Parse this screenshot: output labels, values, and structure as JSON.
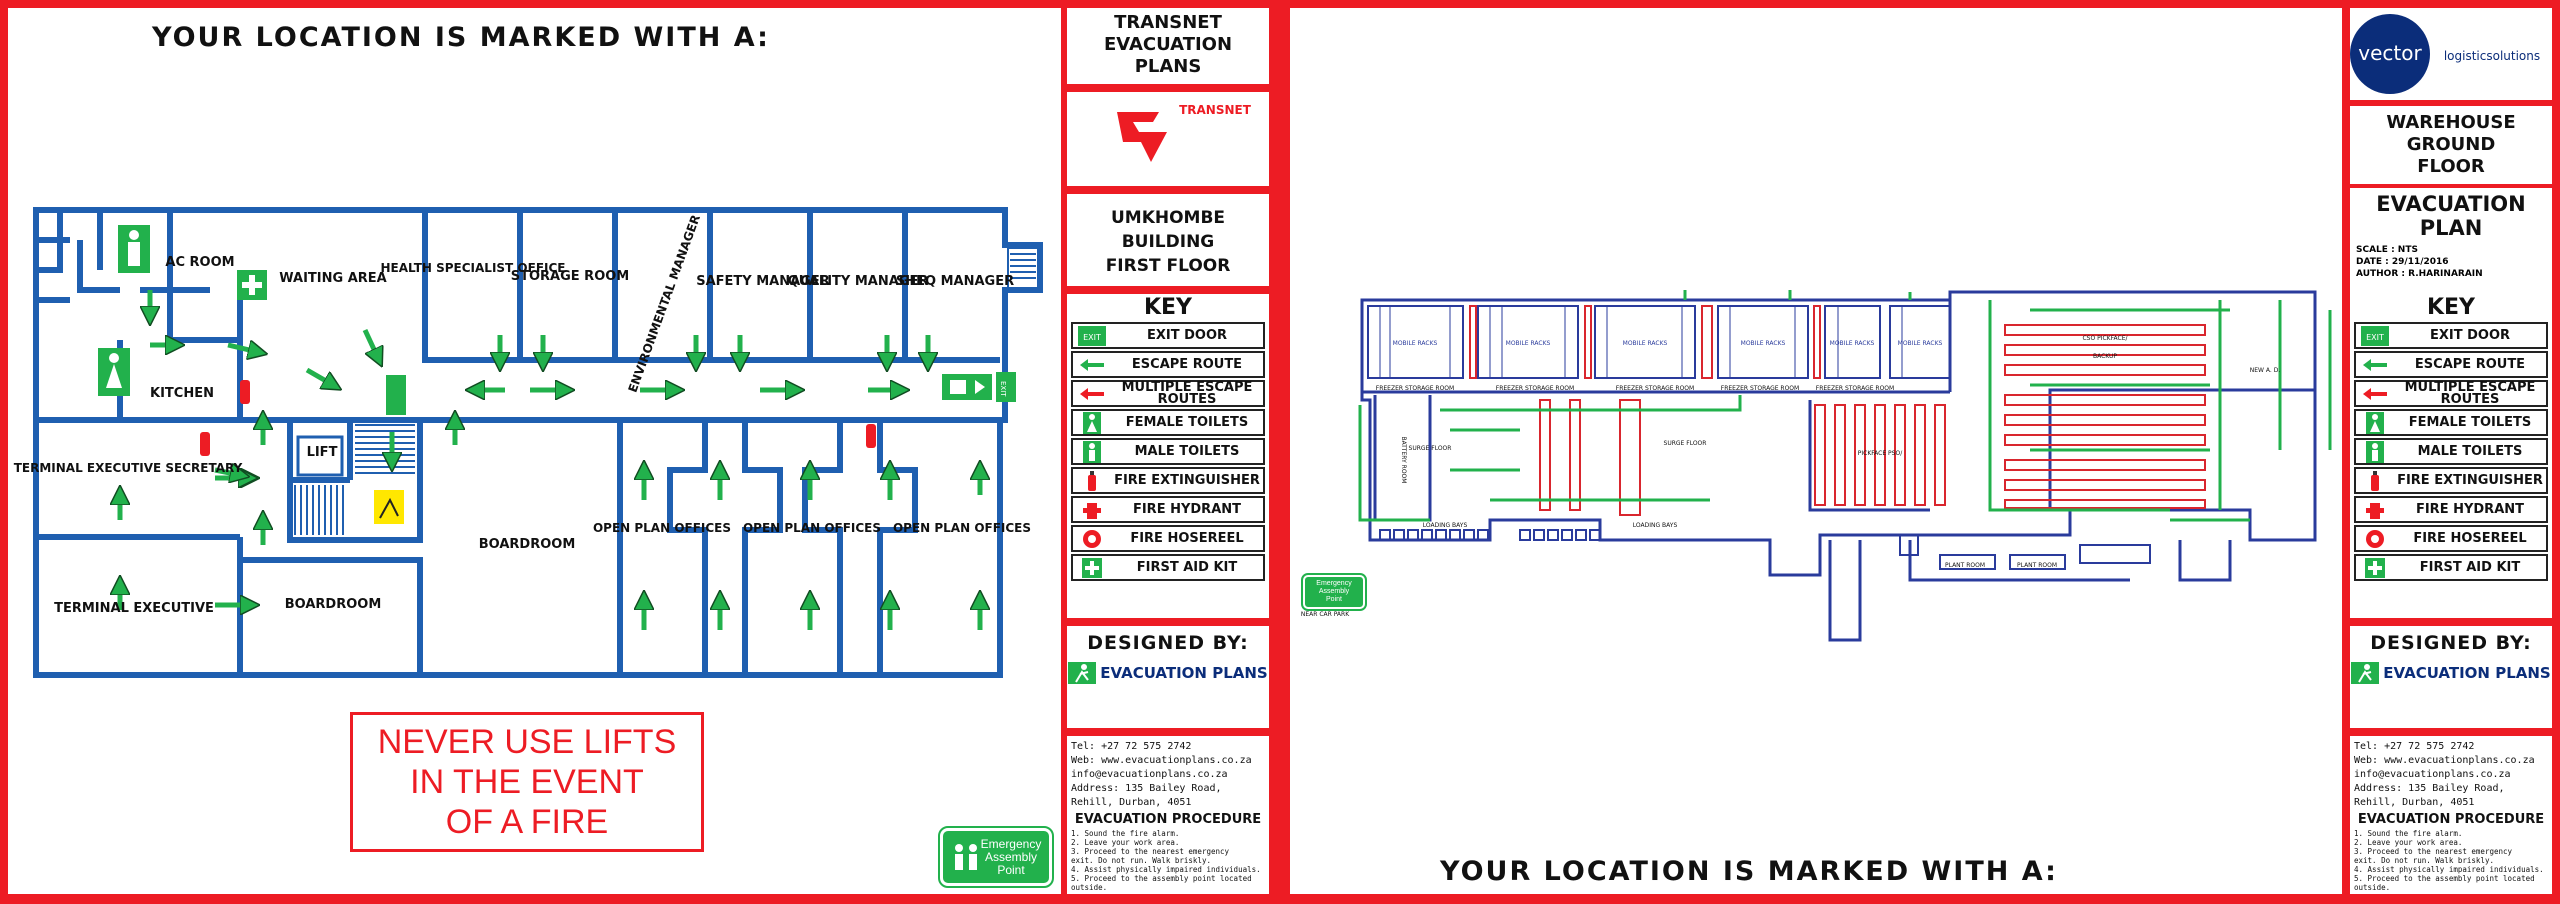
{
  "left_plan": {
    "location_heading": "YOUR LOCATION IS MARKED WITH A:",
    "rooms": {
      "ac_room": "AC ROOM",
      "waiting_area": "WAITING AREA",
      "health_specialist": "HEALTH SPECIALIST OFFICE",
      "storage_room": "STORAGE ROOM",
      "environmental_manager": "ENVIRONMENTAL MANAGER",
      "safety_manager": "SAFETY MANAGER",
      "quality_manager": "QUALITY MANAGER",
      "sheq_manager": "SHEQ MANAGER",
      "kitchen": "KITCHEN",
      "lift": "LIFT",
      "terminal_exec_secretary": "TERMINAL EXECUTIVE SECRETARY",
      "terminal_executive": "TERMINAL EXECUTIVE",
      "boardroom_small": "BOARDROOM",
      "boardroom_large": "BOARDROOM",
      "open_plan_1": "OPEN PLAN OFFICES",
      "open_plan_2": "OPEN PLAN OFFICES",
      "open_plan_3": "OPEN PLAN OFFICES"
    },
    "exit_sign": "EXIT",
    "warning_lines": [
      "NEVER USE LIFTS",
      "IN THE EVENT",
      "OF A FIRE"
    ],
    "assembly_point": [
      "Emergency",
      "Assembly",
      "Point"
    ]
  },
  "left_sidebar": {
    "title_lines": [
      "TRANSNET",
      "EVACUATION",
      "PLANS"
    ],
    "logo_text": "TRANSNET",
    "building_lines": [
      "UMKHOMBE",
      "BUILDING",
      "FIRST FLOOR"
    ],
    "key_title": "KEY",
    "designed_by": "DESIGNED BY:",
    "brand": "EVACUATION PLANS",
    "contact": [
      "Tel: +27 72 575 2742",
      "Web: www.evacuationplans.co.za",
      "info@evacuationplans.co.za",
      "Address: 135 Bailey Road,",
      "Rehill, Durban, 4051"
    ],
    "procedure_title": "EVACUATION PROCEDURE",
    "procedure": [
      "1. Sound the fire alarm.",
      "2. Leave your work area.",
      "3. Proceed to the nearest emergency",
      "   exit. Do not run. Walk briskly.",
      "4. Assist physically impaired individuals.",
      "5. Proceed to the assembly point located",
      "   outside."
    ]
  },
  "key_items": [
    {
      "label": "EXIT DOOR",
      "icon": "exit-door-icon"
    },
    {
      "label": "ESCAPE ROUTE",
      "icon": "escape-route-icon"
    },
    {
      "label": "MULTIPLE ESCAPE ROUTES",
      "icon": "multiple-routes-icon"
    },
    {
      "label": "FEMALE TOILETS",
      "icon": "female-toilet-icon"
    },
    {
      "label": "MALE TOILETS",
      "icon": "male-toilet-icon"
    },
    {
      "label": "FIRE EXTINGUISHER",
      "icon": "fire-extinguisher-icon"
    },
    {
      "label": "FIRE HYDRANT",
      "icon": "fire-hydrant-icon"
    },
    {
      "label": "FIRE HOSEREEL",
      "icon": "fire-hosereel-icon"
    },
    {
      "label": "FIRST AID KIT",
      "icon": "first-aid-icon"
    }
  ],
  "right_plan": {
    "location_heading": "YOUR LOCATION IS MARKED WITH A:",
    "labels": {
      "freezer": "FREEZER STORAGE ROOM",
      "mobile_racks": "MOBILE RACKS",
      "surge_floor_1": "SURGE FLOOR",
      "surge_floor_2": "SURGE FLOOR",
      "cso_picknface": "CSO PICKFACE/",
      "backup": "BACKUP",
      "picknface": "PICKFACE PSO/",
      "new_ad": "NEW A. D.",
      "loading_bays": "LOADING BAYS",
      "battery_room": "BATTERY ROOM",
      "plant_room": "PLANT ROOM",
      "near_car_park": "NEAR CAR PARK"
    },
    "assembly_point": [
      "Emergency",
      "Assembly",
      "Point"
    ]
  },
  "right_sidebar": {
    "logo_word": "vector",
    "logo_sub": "logisticsolutions",
    "floor_lines": [
      "WAREHOUSE",
      "GROUND",
      "FLOOR"
    ],
    "plan_title_lines": [
      "EVACUATION",
      "PLAN"
    ],
    "meta": [
      "SCALE : NTS",
      "DATE : 29/11/2016",
      "AUTHOR : R.HARINARAIN"
    ],
    "key_title": "KEY",
    "designed_by": "DESIGNED BY:",
    "brand": "EVACUATION PLANS",
    "contact": [
      "Tel: +27 72 575 2742",
      "Web: www.evacuationplans.co.za",
      "info@evacuationplans.co.za",
      "Address: 135 Bailey Road,",
      "Rehill, Durban, 4051"
    ],
    "procedure_title": "EVACUATION PROCEDURE",
    "procedure": [
      "1. Sound the fire alarm.",
      "2. Leave your work area.",
      "3. Proceed to the nearest emergency",
      "   exit. Do not run. Walk briskly.",
      "4. Assist physically impaired individuals.",
      "5. Proceed to the assembly point located",
      "   outside."
    ]
  },
  "colors": {
    "frame_red": "#ed1c24",
    "wall_blue": "#1f5fb0",
    "arrow_green": "#22b14c",
    "rack_red": "#d9262e",
    "rack_blue": "#2a3b9c"
  }
}
